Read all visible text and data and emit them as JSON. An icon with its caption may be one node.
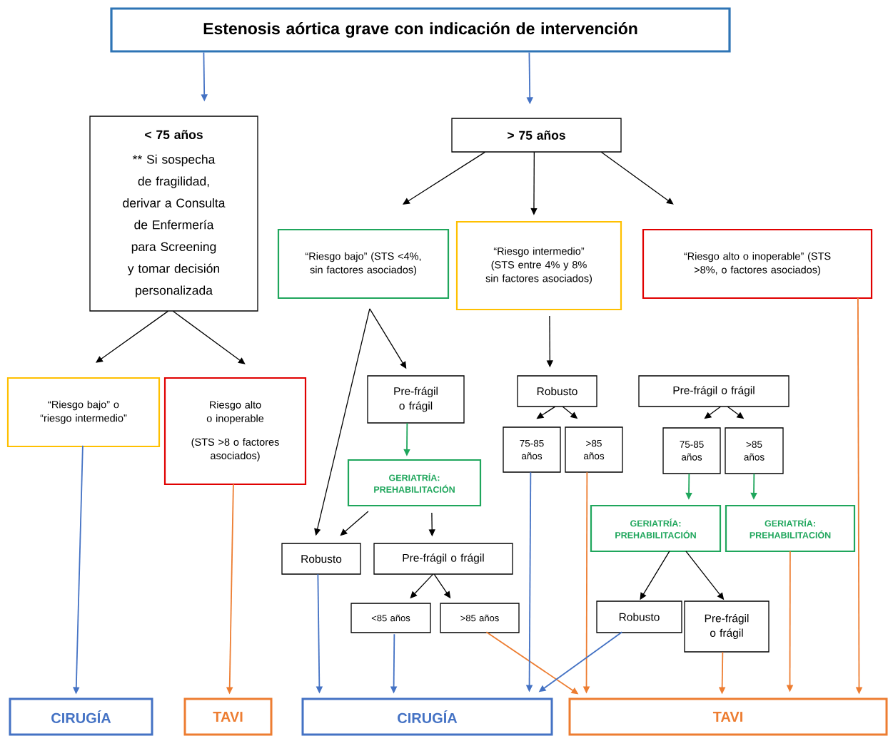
{
  "diagram": {
    "nodes": [
      {
        "text": [
          "Estenosis aórtica grave con indicación de intervención"
        ]
      },
      {
        "text": [
          "< 75 años",
          "** Si sospecha de fragilidad, derivar a Consulta de Enfermería para Screening y tomar decisión personalizada"
        ]
      },
      {
        "text": [
          "> 75 años"
        ]
      },
      {
        "text": [
          "“Riesgo bajo” (STS <4%, sin factores asociados)"
        ]
      },
      {
        "text": [
          "“Riesgo intermedio” (STS entre 4% y 8% sin factores asociados)"
        ]
      },
      {
        "text": [
          "“Riesgo alto o inoperable” (STS >8%, o factores asociados)"
        ]
      },
      {
        "text": [
          "“Riesgo bajo” o “riesgo intermedio”"
        ]
      },
      {
        "text": [
          "Riesgo alto o inoperable",
          "(STS >8 o factores asociados)"
        ]
      },
      {
        "text": [
          "Pre-frágil o frágil"
        ]
      },
      {
        "text": [
          "GERIATRÍA: PREHABILITACIÓN"
        ]
      },
      {
        "text": [
          "Robusto"
        ]
      },
      {
        "text": [
          "Pre-frágil o frágil"
        ]
      },
      {
        "text": [
          "<85 años"
        ]
      },
      {
        "text": [
          ">85 años"
        ]
      },
      {
        "text": [
          "Robusto"
        ]
      },
      {
        "text": [
          "75-85 años"
        ]
      },
      {
        "text": [
          ">85 años"
        ]
      },
      {
        "text": [
          "Pre-frágil o frágil"
        ]
      },
      {
        "text": [
          "75-85 años"
        ]
      },
      {
        "text": [
          ">85 años"
        ]
      },
      {
        "text": [
          "GERIATRÍA: PREHABILITACIÓN"
        ]
      },
      {
        "text": [
          "GERIATRÍA: PREHABILITACIÓN"
        ]
      },
      {
        "text": [
          "Robusto"
        ]
      },
      {
        "text": [
          "Pre-frágil o frágil"
        ]
      },
      {
        "text": [
          "CIRUGÍA"
        ]
      },
      {
        "text": [
          "TAVI"
        ]
      },
      {
        "text": [
          "CIRUGÍA"
        ]
      },
      {
        "text": [
          "TAVI"
        ]
      }
    ],
    "edges": [
      {
        "from": 0,
        "to": 1,
        "arrow": "to",
        "color": "#4472c4"
      },
      {
        "from": 0,
        "to": 2,
        "arrow": "to",
        "color": "#4472c4"
      },
      {
        "from": 2,
        "to": 3,
        "arrow": "to"
      },
      {
        "from": 2,
        "to": 4,
        "arrow": "to"
      },
      {
        "from": 2,
        "to": 5,
        "arrow": "to"
      },
      {
        "from": 1,
        "to": 6,
        "arrow": "to"
      },
      {
        "from": 1,
        "to": 7,
        "arrow": "to"
      },
      {
        "from": 6,
        "to": 24,
        "arrow": "to",
        "color": "#4472c4"
      },
      {
        "from": 7,
        "to": 25,
        "arrow": "to",
        "color": "#ed7d31"
      },
      {
        "from": 3,
        "to": 10,
        "arrow": "to"
      },
      {
        "from": 3,
        "to": 8,
        "arrow": "to"
      },
      {
        "from": 8,
        "to": 9,
        "arrow": "to",
        "color": "#1fa65c"
      },
      {
        "from": 9,
        "to": 10,
        "arrow": "to"
      },
      {
        "from": 9,
        "to": 11,
        "arrow": "to"
      },
      {
        "from": 10,
        "to": 26,
        "arrow": "to",
        "color": "#4472c4"
      },
      {
        "from": 11,
        "to": 12,
        "arrow": "to"
      },
      {
        "from": 11,
        "to": 13,
        "arrow": "to"
      },
      {
        "from": 12,
        "to": 26,
        "arrow": "to",
        "color": "#4472c4"
      },
      {
        "from": 13,
        "to": 27,
        "arrow": "to",
        "color": "#ed7d31"
      },
      {
        "from": 4,
        "to": 14,
        "arrow": "to"
      },
      {
        "from": 14,
        "to": 15,
        "arrow": "to"
      },
      {
        "from": 14,
        "to": 16,
        "arrow": "to"
      },
      {
        "from": 15,
        "to": 26,
        "arrow": "to",
        "color": "#4472c4"
      },
      {
        "from": 16,
        "to": 27,
        "arrow": "to",
        "color": "#ed7d31"
      },
      {
        "from": 17,
        "to": 18,
        "arrow": "to"
      },
      {
        "from": 17,
        "to": 19,
        "arrow": "to"
      },
      {
        "from": 18,
        "to": 20,
        "arrow": "to",
        "color": "#1fa65c"
      },
      {
        "from": 19,
        "to": 21,
        "arrow": "to",
        "color": "#1fa65c"
      },
      {
        "from": 20,
        "to": 22,
        "arrow": "to"
      },
      {
        "from": 20,
        "to": 23,
        "arrow": "to"
      },
      {
        "from": 22,
        "to": 26,
        "arrow": "to",
        "color": "#4472c4"
      },
      {
        "from": 23,
        "to": 27,
        "arrow": "to",
        "color": "#ed7d31"
      },
      {
        "from": 21,
        "to": 27,
        "arrow": "to",
        "color": "#ed7d31"
      },
      {
        "from": 5,
        "to": 27,
        "arrow": "to",
        "color": "#ed7d31"
      }
    ]
  }
}
